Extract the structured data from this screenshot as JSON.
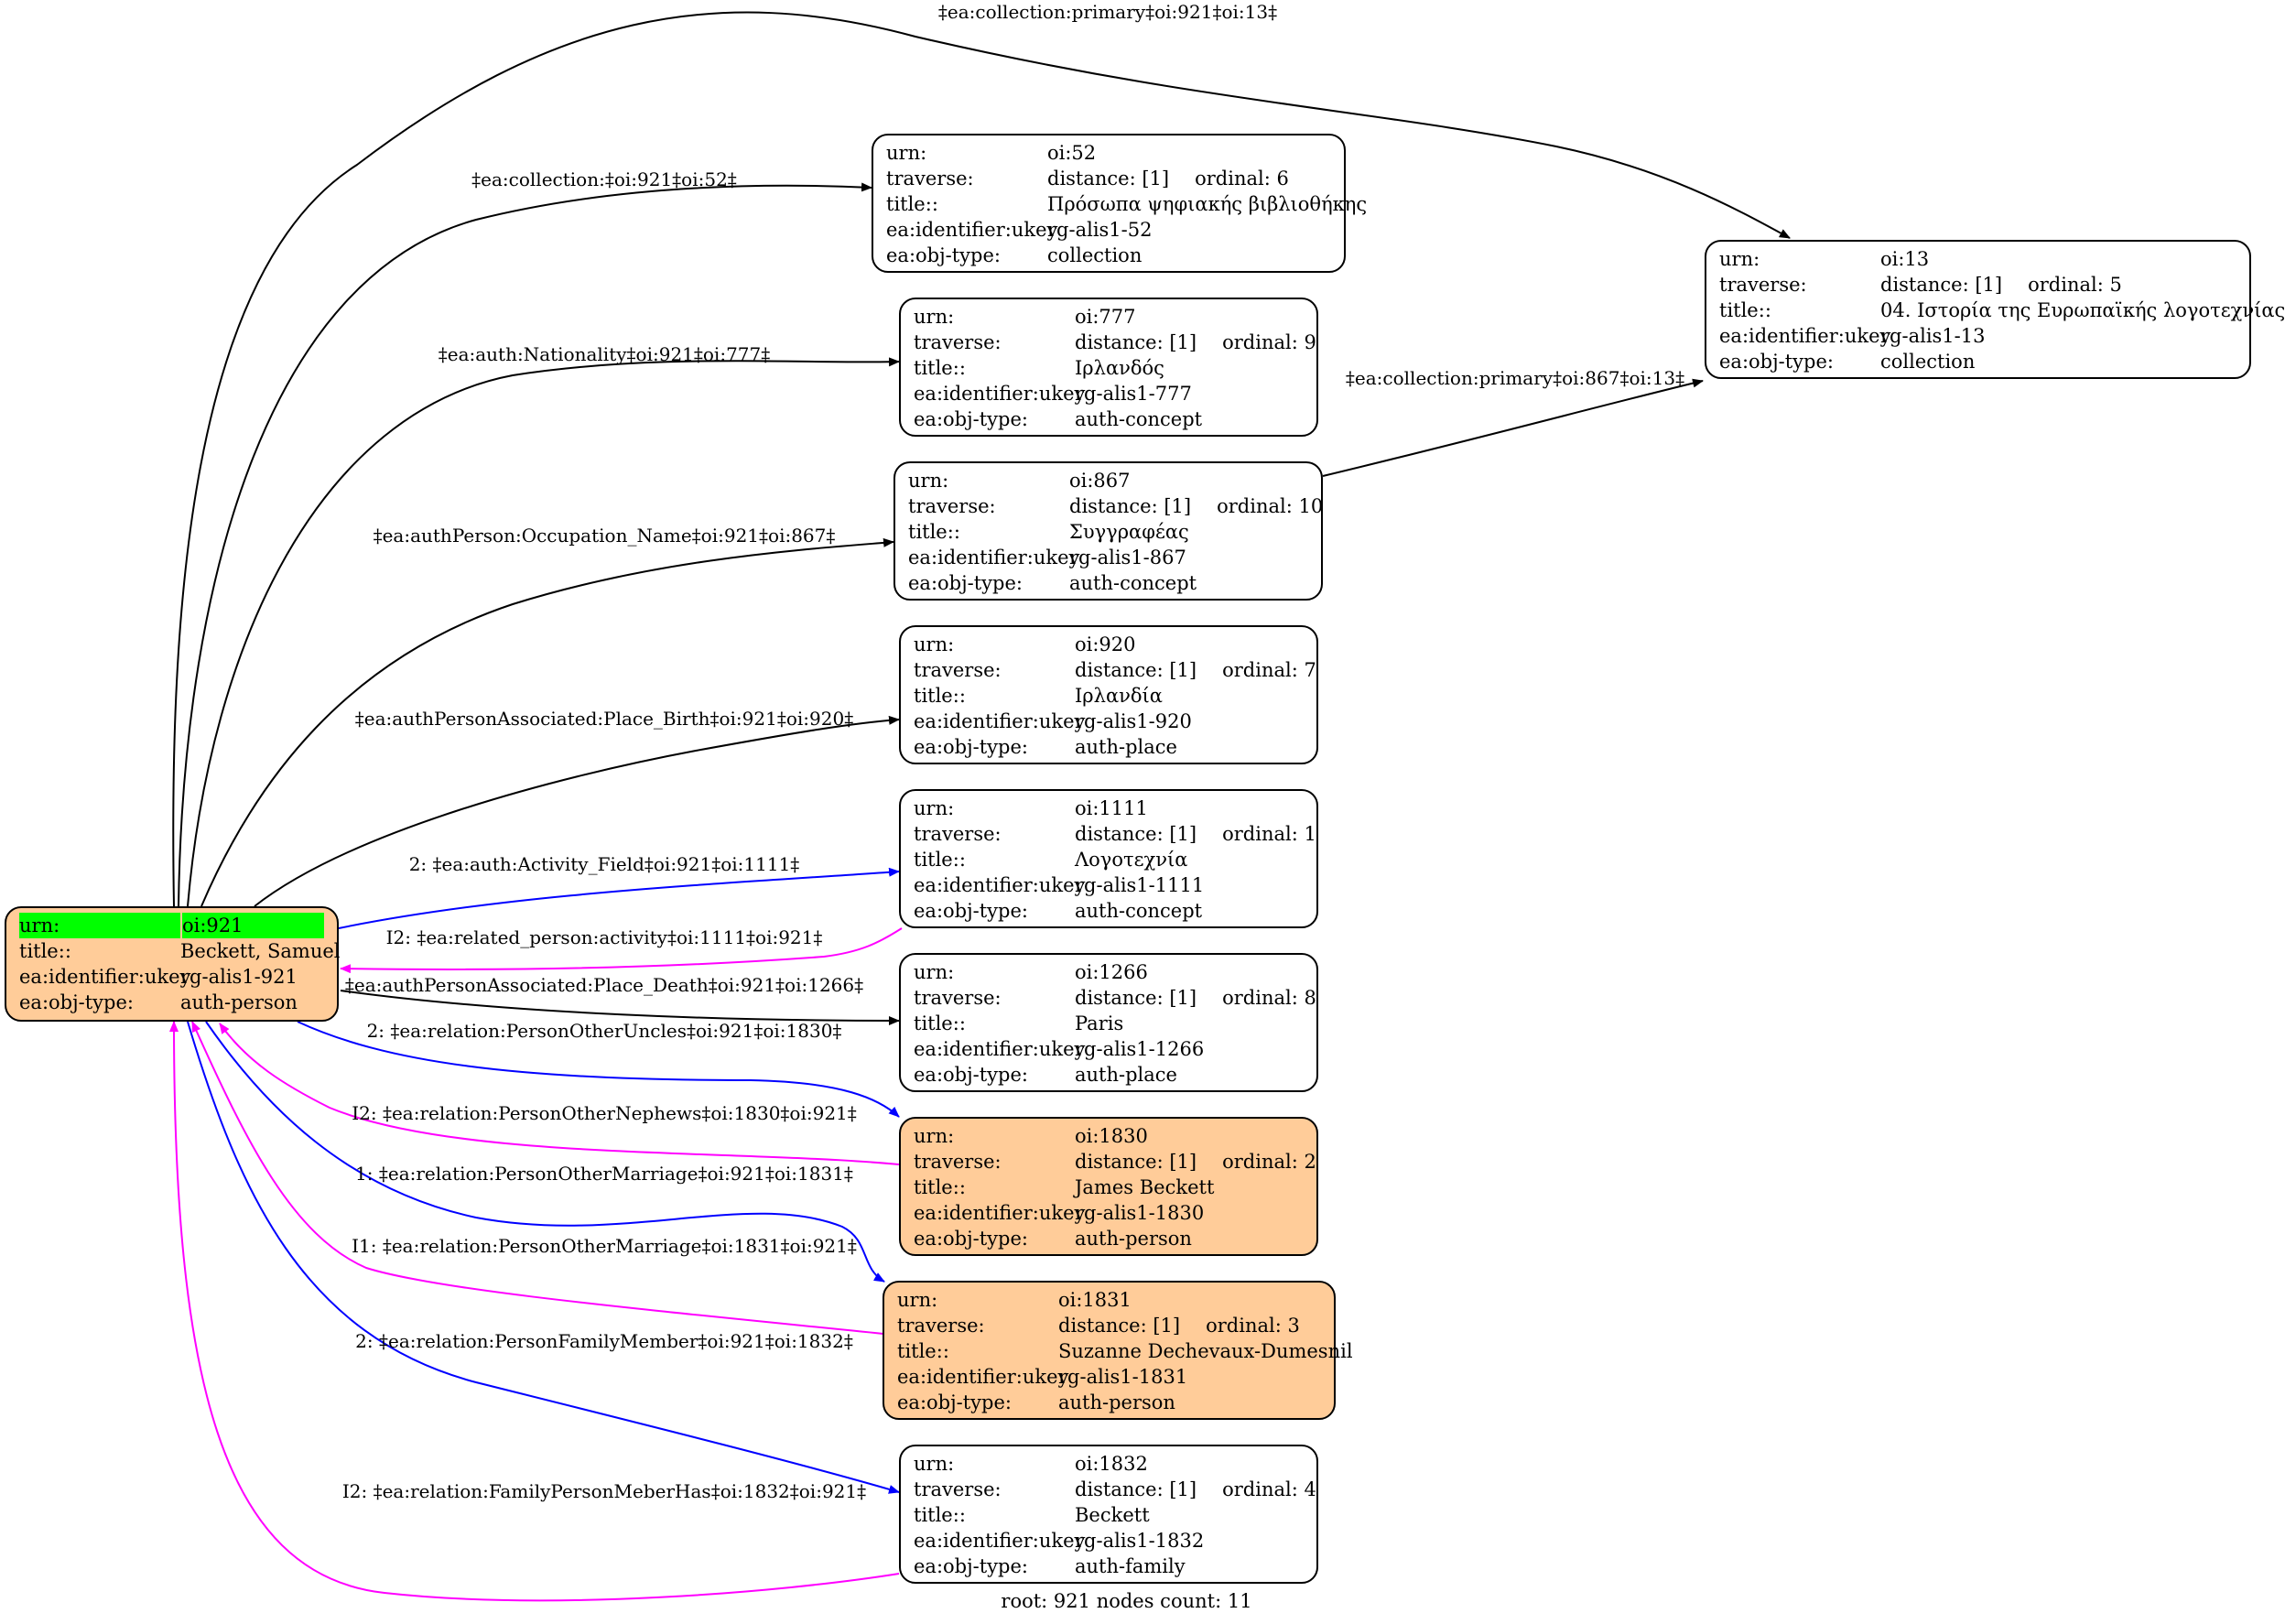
{
  "nodes": {
    "root": {
      "urn": "oi:921",
      "title": "Beckett, Samuel",
      "ukey": "rg-alis1-921",
      "type": "auth-person"
    },
    "n52": {
      "urn": "oi:52",
      "distance": "distance: [1]",
      "ordinal": "ordinal: 6",
      "title": "Πρόσωπα ψηφιακής βιβλιοθήκης",
      "ukey": "rg-alis1-52",
      "type": "collection"
    },
    "n13": {
      "urn": "oi:13",
      "distance": "distance: [1]",
      "ordinal": "ordinal: 5",
      "title": "04. Ιστορία της Ευρωπαϊκής λογοτεχνίας",
      "ukey": "rg-alis1-13",
      "type": "collection"
    },
    "n777": {
      "urn": "oi:777",
      "distance": "distance: [1]",
      "ordinal": "ordinal: 9",
      "title": "Ιρλανδός",
      "ukey": "rg-alis1-777",
      "type": "auth-concept"
    },
    "n867": {
      "urn": "oi:867",
      "distance": "distance: [1]",
      "ordinal": "ordinal: 10",
      "title": "Συγγραφέας",
      "ukey": "rg-alis1-867",
      "type": "auth-concept"
    },
    "n920": {
      "urn": "oi:920",
      "distance": "distance: [1]",
      "ordinal": "ordinal: 7",
      "title": "Ιρλανδία",
      "ukey": "rg-alis1-920",
      "type": "auth-place"
    },
    "n1111": {
      "urn": "oi:1111",
      "distance": "distance: [1]",
      "ordinal": "ordinal: 1",
      "title": "Λογοτεχνία",
      "ukey": "rg-alis1-1111",
      "type": "auth-concept"
    },
    "n1266": {
      "urn": "oi:1266",
      "distance": "distance: [1]",
      "ordinal": "ordinal: 8",
      "title": "Paris",
      "ukey": "rg-alis1-1266",
      "type": "auth-place"
    },
    "n1830": {
      "urn": "oi:1830",
      "distance": "distance: [1]",
      "ordinal": "ordinal: 2",
      "title": "James Beckett",
      "ukey": "rg-alis1-1830",
      "type": "auth-person"
    },
    "n1831": {
      "urn": "oi:1831",
      "distance": "distance: [1]",
      "ordinal": "ordinal: 3",
      "title": "Suzanne Dechevaux-Dumesnil",
      "ukey": "rg-alis1-1831",
      "type": "auth-person"
    },
    "n1832": {
      "urn": "oi:1832",
      "distance": "distance: [1]",
      "ordinal": "ordinal: 4",
      "title": "Beckett",
      "ukey": "rg-alis1-1832",
      "type": "auth-family"
    }
  },
  "field_labels": {
    "urn": "urn:",
    "traverse": "traverse:",
    "title": "title::",
    "ukey": "ea:identifier:ukey",
    "type": "ea:obj-type:"
  },
  "edges": [
    {
      "label": "‡ea:collection:primary‡oi:921‡oi:13‡",
      "color": "#000000"
    },
    {
      "label": "‡ea:collection:‡oi:921‡oi:52‡",
      "color": "#000000"
    },
    {
      "label": "‡ea:auth:Nationality‡oi:921‡oi:777‡",
      "color": "#000000"
    },
    {
      "label": "‡ea:authPerson:Occupation_Name‡oi:921‡oi:867‡",
      "color": "#000000"
    },
    {
      "label": "‡ea:authPersonAssociated:Place_Birth‡oi:921‡oi:920‡",
      "color": "#000000"
    },
    {
      "label": "2: ‡ea:auth:Activity_Field‡oi:921‡oi:1111‡",
      "color": "#0000ff"
    },
    {
      "label": "I2: ‡ea:related_person:activity‡oi:1111‡oi:921‡",
      "color": "#ff00ff"
    },
    {
      "label": "‡ea:authPersonAssociated:Place_Death‡oi:921‡oi:1266‡",
      "color": "#000000"
    },
    {
      "label": "2: ‡ea:relation:PersonOtherUncles‡oi:921‡oi:1830‡",
      "color": "#0000ff"
    },
    {
      "label": "I2: ‡ea:relation:PersonOtherNephews‡oi:1830‡oi:921‡",
      "color": "#ff00ff"
    },
    {
      "label": "1: ‡ea:relation:PersonOtherMarriage‡oi:921‡oi:1831‡",
      "color": "#0000ff"
    },
    {
      "label": "I1: ‡ea:relation:PersonOtherMarriage‡oi:1831‡oi:921‡",
      "color": "#ff00ff"
    },
    {
      "label": "2: ‡ea:relation:PersonFamilyMember‡oi:921‡oi:1832‡",
      "color": "#0000ff"
    },
    {
      "label": "I2: ‡ea:relation:FamilyPersonMeberHas‡oi:1832‡oi:921‡",
      "color": "#ff00ff"
    },
    {
      "label": "‡ea:collection:primary‡oi:867‡oi:13‡",
      "color": "#000000"
    }
  ],
  "colors": {
    "person_fill": "#ffcc99",
    "root_highlight": "#00ff00",
    "edge_default": "#000000",
    "edge_forward": "#0000ff",
    "edge_inverse": "#ff00ff"
  },
  "footer": "root: 921 nodes count: 11"
}
